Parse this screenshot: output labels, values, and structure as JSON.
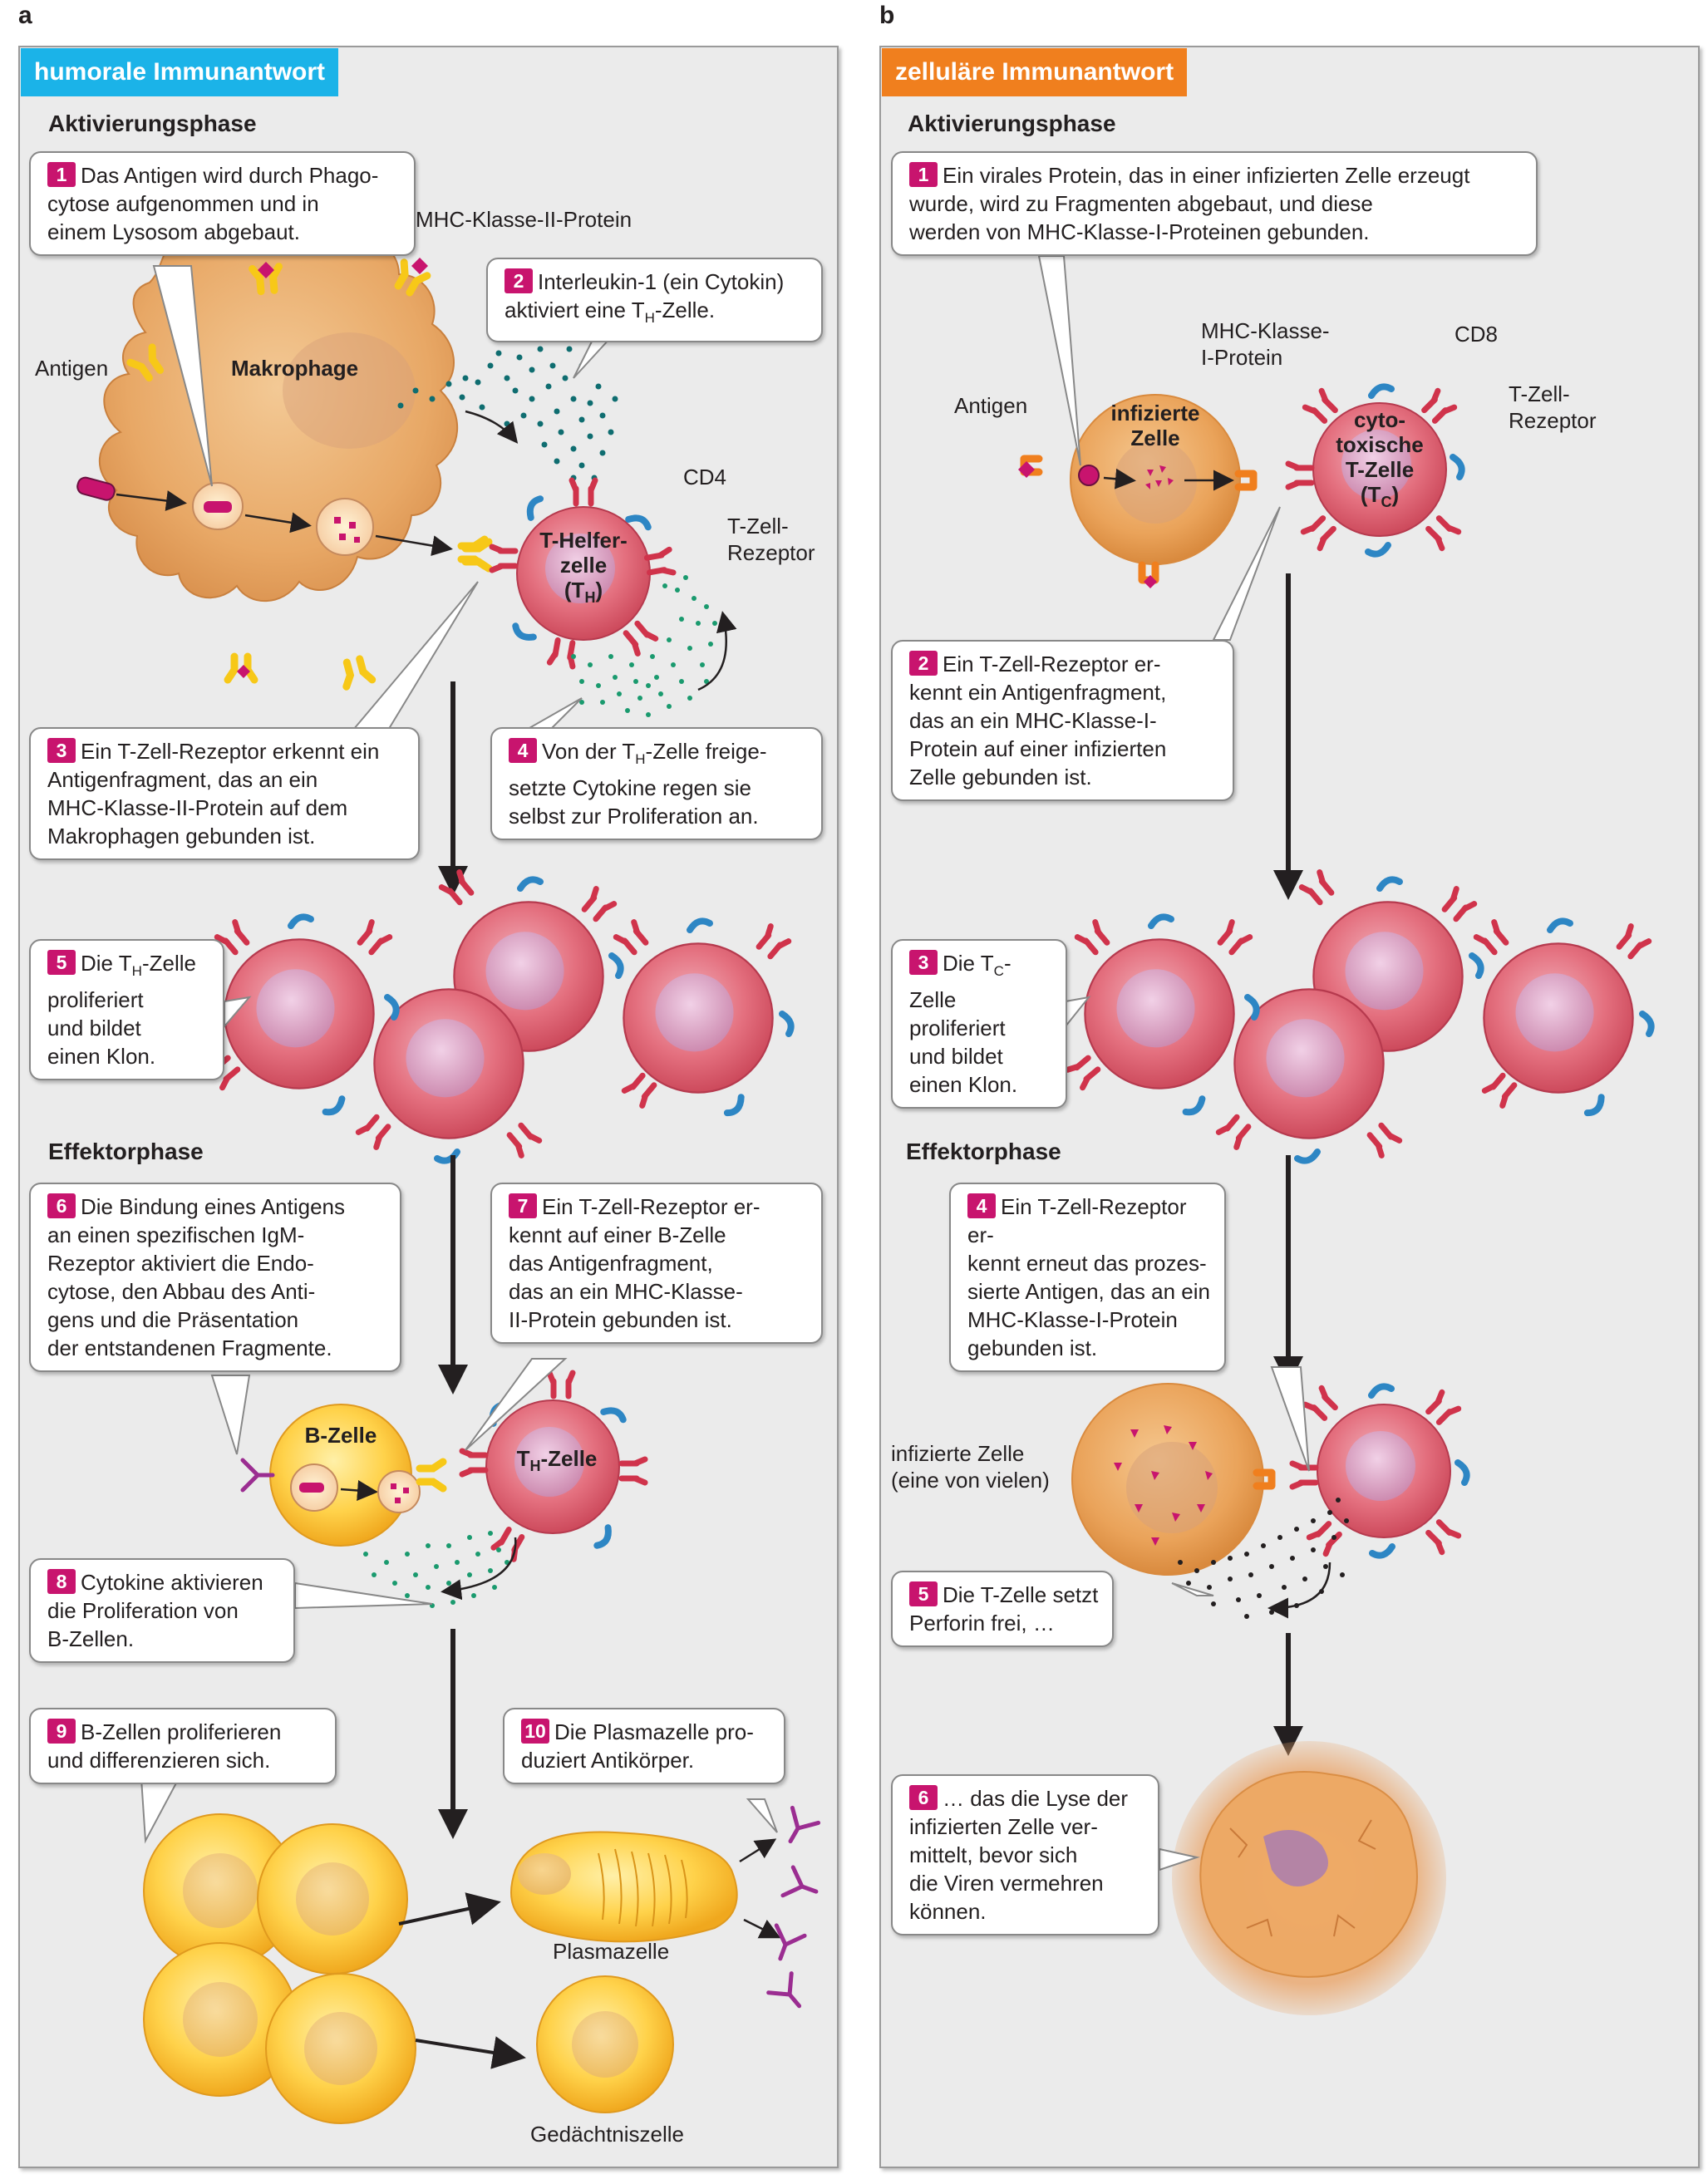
{
  "panels": {
    "a": {
      "letter": "a",
      "header": "humorale Immunantwort",
      "color": "#1bb3e8",
      "phase1": "Aktivierungsphase",
      "phase2": "Effektorphase",
      "labels": {
        "mhc2": "MHC-Klasse-II-Protein",
        "antigen": "Antigen",
        "makrophage": "Makrophage",
        "cd4": "CD4",
        "tzellrezeptor": "T-Zell-\nRezeptor",
        "thelfer": "T-Helfer-\nzelle\n(T",
        "thelfer_sub": "H",
        "thelfer_end": ")",
        "bzelle": "B-Zelle",
        "thzelle": "T",
        "thzelle_sub": "H",
        "thzelle_end": "-Zelle",
        "plasmazelle": "Plasmazelle",
        "gedaechtniszelle": "Gedächtniszelle"
      },
      "steps": [
        {
          "num": "1",
          "text": "Das Antigen wird durch Phago-\ncytose aufgenommen und in\neinem Lysosom abgebaut."
        },
        {
          "num": "2",
          "text": "Interleukin-1 (ein Cytokin)\naktiviert eine T",
          "sub": "H",
          "after": "-Zelle."
        },
        {
          "num": "3",
          "text": "Ein T-Zell-Rezeptor erkennt ein\nAntigenfragment, das an ein\nMHC-Klasse-II-Protein auf dem\nMakrophagen gebunden ist."
        },
        {
          "num": "4",
          "text": "Von der T",
          "sub": "H",
          "after": "-Zelle freige-\nsetzte Cytokine regen sie\nselbst zur Proliferation an."
        },
        {
          "num": "5",
          "text": "Die T",
          "sub": "H",
          "after": "-Zelle\nproliferiert\nund bildet\neinen Klon."
        },
        {
          "num": "6",
          "text": "Die Bindung eines Antigens\nan einen spezifischen IgM-\nRezeptor aktiviert die Endo-\ncytose, den Abbau des Anti-\ngens und die Präsentation\nder entstandenen Fragmente."
        },
        {
          "num": "7",
          "text": "Ein T-Zell-Rezeptor er-\nkennt auf einer B-Zelle\ndas Antigenfragment,\ndas an ein MHC-Klasse-\nII-Protein gebunden ist."
        },
        {
          "num": "8",
          "text": "Cytokine aktivieren\ndie Proliferation von\nB-Zellen."
        },
        {
          "num": "9",
          "text": "B-Zellen proliferieren\nund differenzieren sich."
        },
        {
          "num": "10",
          "text": "Die Plasmazelle pro-\nduziert Antikörper."
        }
      ]
    },
    "b": {
      "letter": "b",
      "header": "zelluläre Immunantwort",
      "color": "#f07f1e",
      "phase1": "Aktivierungsphase",
      "phase2": "Effektorphase",
      "labels": {
        "mhc1": "MHC-Klasse-\nI-Protein",
        "cd8": "CD8",
        "tzellrezeptor": "T-Zell-\nRezeptor",
        "antigen": "Antigen",
        "infizierte": "infizierte\nZelle",
        "cyto": "cyto-\ntoxische\nT-Zelle\n(T",
        "cyto_sub": "C",
        "cyto_end": ")",
        "infizierte2": "infizierte Zelle\n(eine von vielen)"
      },
      "steps": [
        {
          "num": "1",
          "text": "Ein virales Protein, das in einer infizierten Zelle erzeugt\nwurde, wird zu Fragmenten abgebaut, und diese\nwerden von MHC-Klasse-I-Proteinen gebunden."
        },
        {
          "num": "2",
          "text": "Ein T-Zell-Rezeptor er-\nkennt ein Antigenfragment,\ndas an ein MHC-Klasse-I-\nProtein auf einer infizierten\nZelle gebunden ist."
        },
        {
          "num": "3",
          "text": "Die T",
          "sub": "C",
          "after": "-Zelle\nproliferiert\nund bildet\neinen Klon."
        },
        {
          "num": "4",
          "text": "Ein T-Zell-Rezeptor er-\nkennt erneut das prozes-\nsierte Antigen, das an ein\nMHC-Klasse-I-Protein\ngebunden ist."
        },
        {
          "num": "5",
          "text": "Die T-Zelle setzt\nPerforin frei, …"
        },
        {
          "num": "6",
          "text": "… das die Lyse der\ninfizierten Zelle ver-\nmittelt, bevor sich\ndie Viren vermehren\nkönnen."
        }
      ]
    }
  }
}
